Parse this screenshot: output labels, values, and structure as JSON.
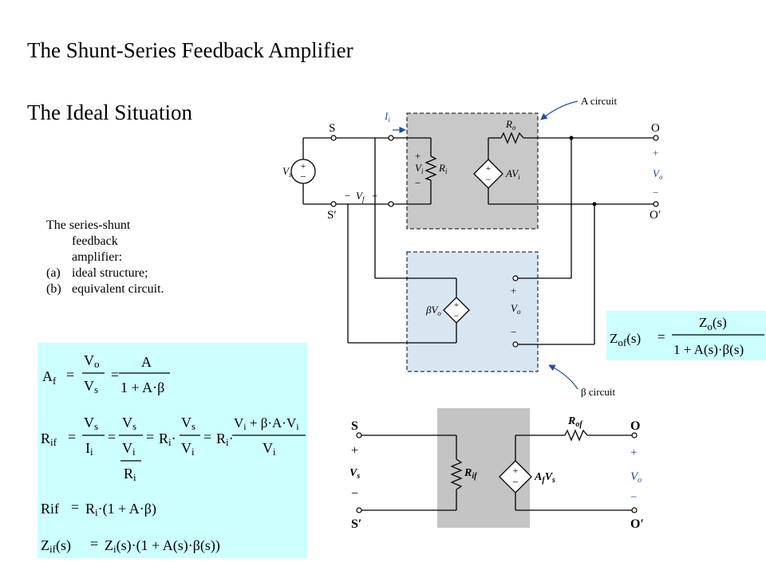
{
  "title": "The Shunt-Series Feedback Amplifier",
  "subtitle": "The Ideal Situation",
  "caption": {
    "line1": "The series-shunt",
    "line2": "feedback",
    "line3": "amplifier:",
    "items": [
      {
        "label": "(a)",
        "text": "ideal structure;"
      },
      {
        "label": "(b)",
        "text": "equivalent circuit."
      }
    ]
  },
  "fig_a": {
    "a_circuit_label": "A circuit",
    "beta_circuit_label": "β circuit",
    "node_s": "S",
    "node_s_prime": "S′",
    "node_o": "O",
    "node_o_prime": "O′",
    "ii": "I",
    "ii_sub": "i",
    "vs": "V",
    "vs_sub": "s",
    "vi": "V",
    "vi_sub": "i",
    "ri": "R",
    "ri_sub": "i",
    "ro": "R",
    "ro_sub": "o",
    "avi": "AV",
    "avi_sub": "i",
    "vf_minus": "−",
    "vf": "V",
    "vf_sub": "f",
    "vf_plus": "+",
    "vo": "V",
    "vo_sub": "o",
    "beta_vo": "βV",
    "beta_vo_sub": "o",
    "plus": "+",
    "minus": "−"
  },
  "fig_b": {
    "node_s": "S",
    "node_s_prime": "S′",
    "node_o": "O",
    "node_o_prime": "O′",
    "vs": "V",
    "vs_sub": "s",
    "rif": "R",
    "rif_sub": "if",
    "rof": "R",
    "rof_sub": "of",
    "afvs": "A",
    "afvs_sub1": "f",
    "afvs_v": "V",
    "afvs_sub2": "s",
    "vo": "V",
    "vo_sub": "o",
    "plus": "+",
    "minus": "−"
  },
  "equations": {
    "af_lhs": "A",
    "af_lhs_sub": "f",
    "vo_num": "V",
    "vo_num_sub": "o",
    "vs_den": "V",
    "vs_den_sub": "s",
    "a_num": "A",
    "one_plus_ab": "1 + A·β",
    "rif_lhs": "R",
    "rif_lhs_sub": "if",
    "vs_n": "V",
    "vs_n_sub": "s",
    "ii_d": "I",
    "ii_d_sub": "i",
    "vs_n2": "V",
    "vs_n2_sub": "s",
    "vi_d2": "V",
    "vi_d2_sub": "i",
    "ri_d2": "R",
    "ri_d2_sub": "i",
    "ri_mul": "R",
    "ri_mul_sub": "i",
    "vs_n3": "V",
    "vs_n3_sub": "s",
    "vi_d3": "V",
    "vi_d3_sub": "i",
    "ri_mul2": "R",
    "ri_mul2_sub": "i",
    "num4": "V",
    "num4_sub": "i",
    "num4_rest": " + β·A·V",
    "num4_sub2": "i",
    "vi_d4": "V",
    "vi_d4_sub": "i",
    "rif2_lhs": "Rif",
    "rif2_rhs_r": "R",
    "rif2_rhs_sub": "i",
    "rif2_rhs_rest": "·(1 + A·β)",
    "zif_lhs": "Z",
    "zif_lhs_sub": "if",
    "zif_lhs_arg": "(s)",
    "zif_rhs_z": "Z",
    "zif_rhs_sub": "i",
    "zif_rhs_rest": "(s)·(1 + A(s)·β(s))",
    "eq": "="
  },
  "zof": {
    "lhs": "Z",
    "lhs_sub": "of",
    "lhs_arg": "(s)",
    "eq": "=",
    "num": "Z",
    "num_sub": "o",
    "num_arg": "(s)",
    "den": "1 + A(s)·β(s)"
  },
  "colors": {
    "a_box": "#c8c8c8",
    "beta_box": "#d8e6f2",
    "b_box": "#c4c4c4",
    "eq_box": "#ccffff",
    "wire": "#000000",
    "label_blue": "#1f4e9e"
  }
}
